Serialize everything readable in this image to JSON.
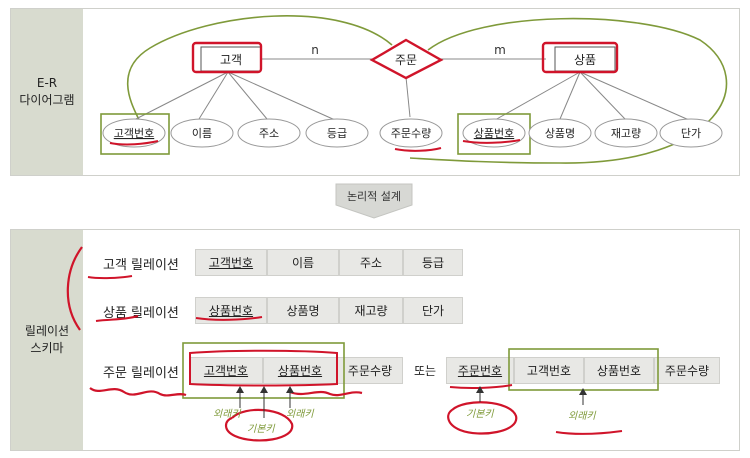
{
  "er": {
    "label_line1": "E-R",
    "label_line2": "다이어그램",
    "customer": "고객",
    "order": "주문",
    "product": "상품",
    "card_n": "n",
    "card_m": "m",
    "customer_attrs": [
      "고객번호",
      "이름",
      "주소",
      "등급"
    ],
    "order_attr": "주문수량",
    "product_attrs": [
      "상품번호",
      "상품명",
      "재고량",
      "단가"
    ]
  },
  "transition": "논리적 설계",
  "schema": {
    "label_line1": "릴레이션",
    "label_line2": "스키마",
    "customer_rel": {
      "name": "고객 릴레이션",
      "cols": [
        "고객번호",
        "이름",
        "주소",
        "등급"
      ]
    },
    "product_rel": {
      "name": "상품 릴레이션",
      "cols": [
        "상품번호",
        "상품명",
        "재고량",
        "단가"
      ]
    },
    "order_rel": {
      "name": "주문 릴레이션",
      "cols": [
        "고객번호",
        "상품번호",
        "주문수량"
      ]
    },
    "or_text": "또는",
    "order_rel_alt": {
      "cols": [
        "주문번호",
        "고객번호",
        "상품번호",
        "주문수량"
      ]
    },
    "foreign_key": "외래키",
    "primary_key": "기본키"
  }
}
